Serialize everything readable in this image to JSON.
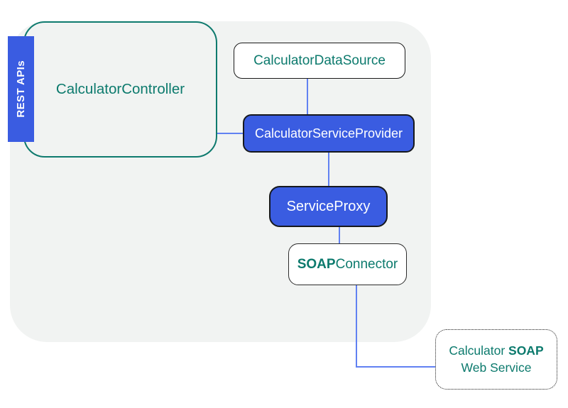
{
  "diagram": {
    "rest_apis_label": "REST APIs",
    "nodes": {
      "controller": {
        "label": "CalculatorController"
      },
      "datasource": {
        "label": "CalculatorDataSource"
      },
      "service_provider": {
        "label": "CalculatorServiceProvider"
      },
      "service_proxy": {
        "label": "ServiceProxy"
      },
      "soap_connector": {
        "label_bold": "SOAP",
        "label_rest": "Connector"
      },
      "web_service": {
        "line1_prefix": "Calculator ",
        "line1_bold": "SOAP",
        "line2": "Web Service"
      }
    },
    "edges": [
      {
        "from": "CalculatorController",
        "to": "CalculatorServiceProvider"
      },
      {
        "from": "CalculatorDataSource",
        "to": "CalculatorServiceProvider"
      },
      {
        "from": "CalculatorServiceProvider",
        "to": "ServiceProxy"
      },
      {
        "from": "ServiceProxy",
        "to": "SOAPConnector"
      },
      {
        "from": "SOAPConnector",
        "to": "Calculator SOAP Web Service"
      }
    ],
    "colors": {
      "node_blue": "#3a5ce1",
      "edge_blue": "#6181f2",
      "teal_text": "#0c7a6d",
      "teal_border": "#0e7a6e",
      "panel_gray": "#f1f3f2",
      "dark_border": "#1a1a1a"
    }
  }
}
